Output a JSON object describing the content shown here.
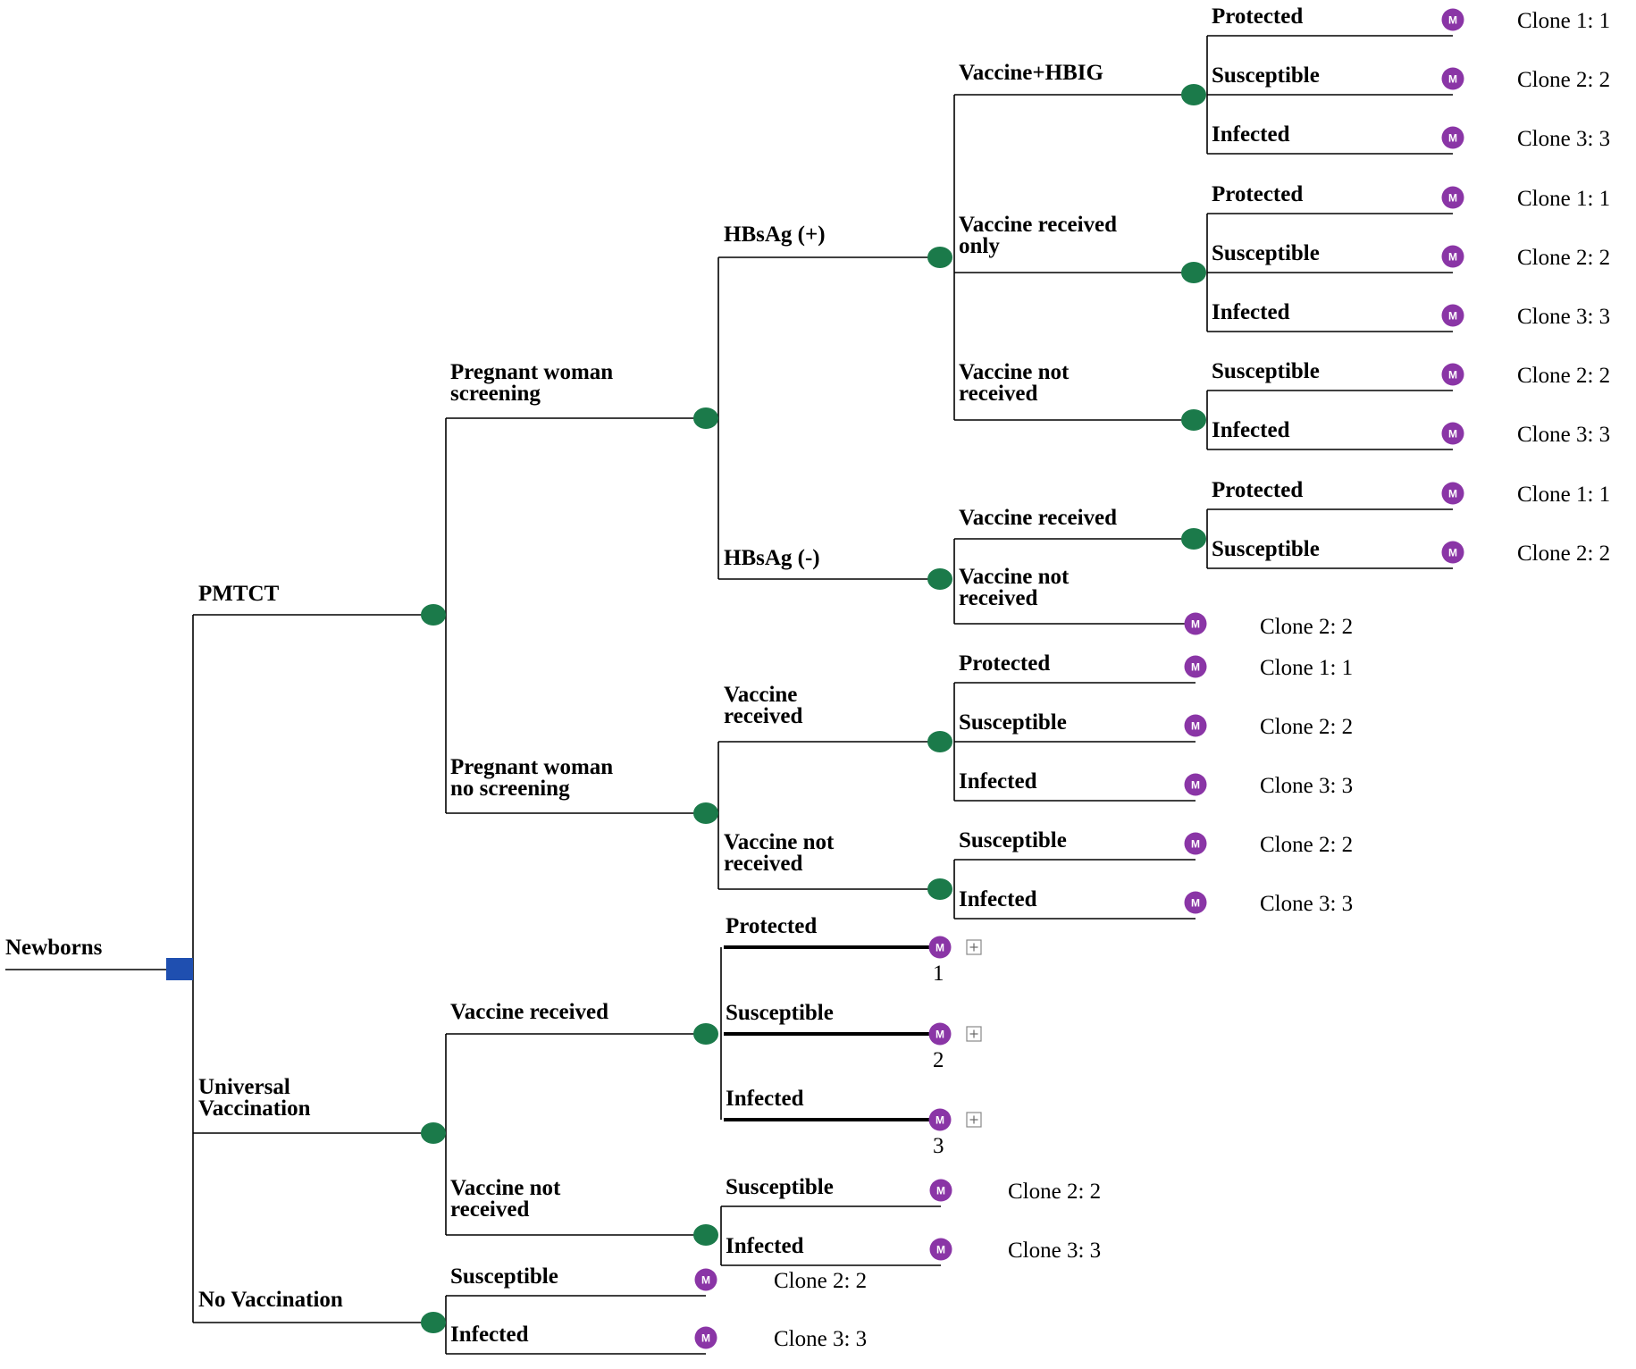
{
  "colors": {
    "decision_node": "#1f4fb0",
    "chance_node": "#1b7a4a",
    "markov_node": "#8a35a6",
    "lines": "#000000"
  },
  "markov_label": "M",
  "expand_icon": "plus-box-icon",
  "root": {
    "label": "Newborns",
    "node": "decision"
  },
  "strategies": [
    {
      "label": "PMTCT"
    },
    {
      "label": "Universal Vaccination"
    },
    {
      "label": "No Vaccination"
    }
  ],
  "labels": {
    "l01": "Pregnant woman screening",
    "l02": "Pregnant woman no screening",
    "l03": "HBsAg (+)",
    "l04": "HBsAg (-)",
    "l05": "Vaccine+HBIG",
    "l06": "Vaccine received only",
    "l07": "Vaccine not received",
    "l08": "Vaccine received",
    "l09": "Vaccine not received",
    "l10": "Protected",
    "l11": "Susceptible",
    "l12": "Infected",
    "l13": "Protected",
    "l14": "Susceptible",
    "l15": "Infected",
    "l16": "Susceptible",
    "l17": "Infected",
    "l18": "Protected",
    "l19": "Susceptible",
    "l20": "Vaccine received",
    "l21": "Vaccine not received",
    "l22": "Protected",
    "l23": "Susceptible",
    "l24": "Infected",
    "l25": "Susceptible",
    "l26": "Infected",
    "l27": "Vaccine received",
    "l28": "Vaccine not received",
    "l29": "Protected",
    "l30": "Susceptible",
    "l31": "Infected",
    "l32": "Susceptible",
    "l33": "Infected",
    "l34": "Susceptible",
    "l35": "Infected"
  },
  "terminals": {
    "t01": "Clone 1: 1",
    "t02": "Clone 2: 2",
    "t03": "Clone 3: 3",
    "t04": "Clone 1: 1",
    "t05": "Clone 2: 2",
    "t06": "Clone 3: 3",
    "t07": "Clone 2: 2",
    "t08": "Clone 3: 3",
    "t09": "Clone 1: 1",
    "t10": "Clone 2: 2",
    "t11": "Clone 2: 2",
    "t12": "Clone 1: 1",
    "t13": "Clone 2: 2",
    "t14": "Clone 3: 3",
    "t15": "Clone 2: 2",
    "t16": "Clone 3: 3",
    "t17": "1",
    "t18": "2",
    "t19": "3",
    "t20": "Clone 2: 2",
    "t21": "Clone 3: 3",
    "t22": "Clone 2: 2",
    "t23": "Clone 3: 3"
  }
}
